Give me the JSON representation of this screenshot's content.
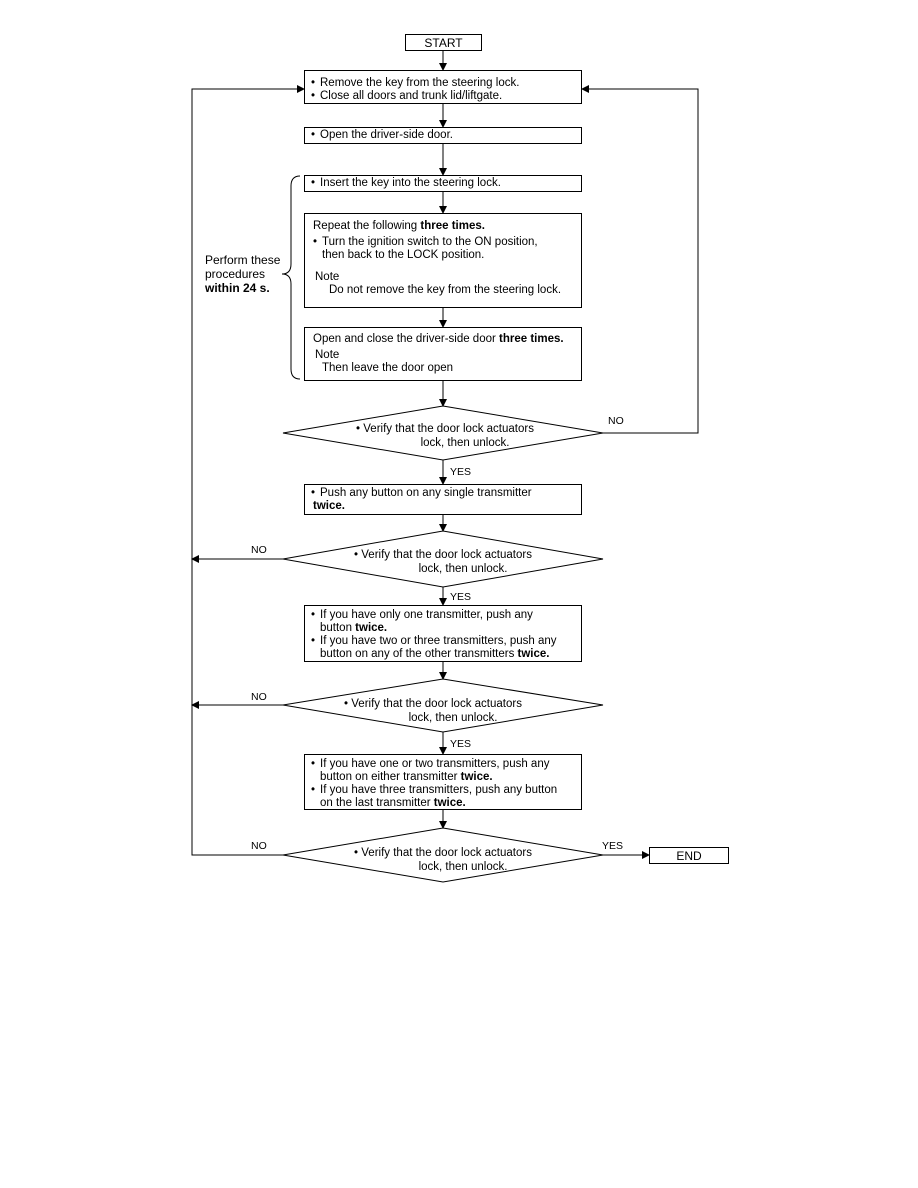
{
  "start": "START",
  "end": "END",
  "step1": {
    "line1": "Remove the key from  the steering lock.",
    "line2": "Close all doors and trunk lid/liftgate."
  },
  "step2": "Open the driver-side door.",
  "step3": "Insert the key into the steering lock.",
  "step4": {
    "intro": "Repeat the following ",
    "intro_bold": "three times.",
    "bullet_line1": "Turn the ignition switch to the ON position,",
    "bullet_line2": "then back to the LOCK position.",
    "note_label": "Note",
    "note_text": "Do not remove the key from the steering lock."
  },
  "step5": {
    "text": "Open and close the driver-side door ",
    "text_bold": "three times.",
    "note_label": "Note",
    "note_text": "Then leave the door open"
  },
  "side_note": {
    "line1": "Perform these",
    "line2": "procedures",
    "line3_bold": "within 24 s."
  },
  "decision": {
    "line1": "Verify that the door lock actuators",
    "line2": "lock, then unlock."
  },
  "step6": {
    "line1": "Push any button on any single transmitter",
    "line2_bold": "twice."
  },
  "step7": {
    "b1_line1": "If you have only one transmitter, push any",
    "b1_line2": "button ",
    "b1_line2_bold": "twice.",
    "b2_line1": "If you have two or three transmitters, push any",
    "b2_line2": "button on any of the other transmitters ",
    "b2_line2_bold": "twice."
  },
  "step8": {
    "b1_line1": "If you have one or two transmitters, push any",
    "b1_line2": "button on either transmitter ",
    "b1_line2_bold": "twice.",
    "b2_line1": "If you have three transmitters, push any button",
    "b2_line2": "on the last transmitter ",
    "b2_line2_bold": "twice."
  },
  "labels": {
    "yes": "YES",
    "no": "NO"
  },
  "bullet": "•"
}
